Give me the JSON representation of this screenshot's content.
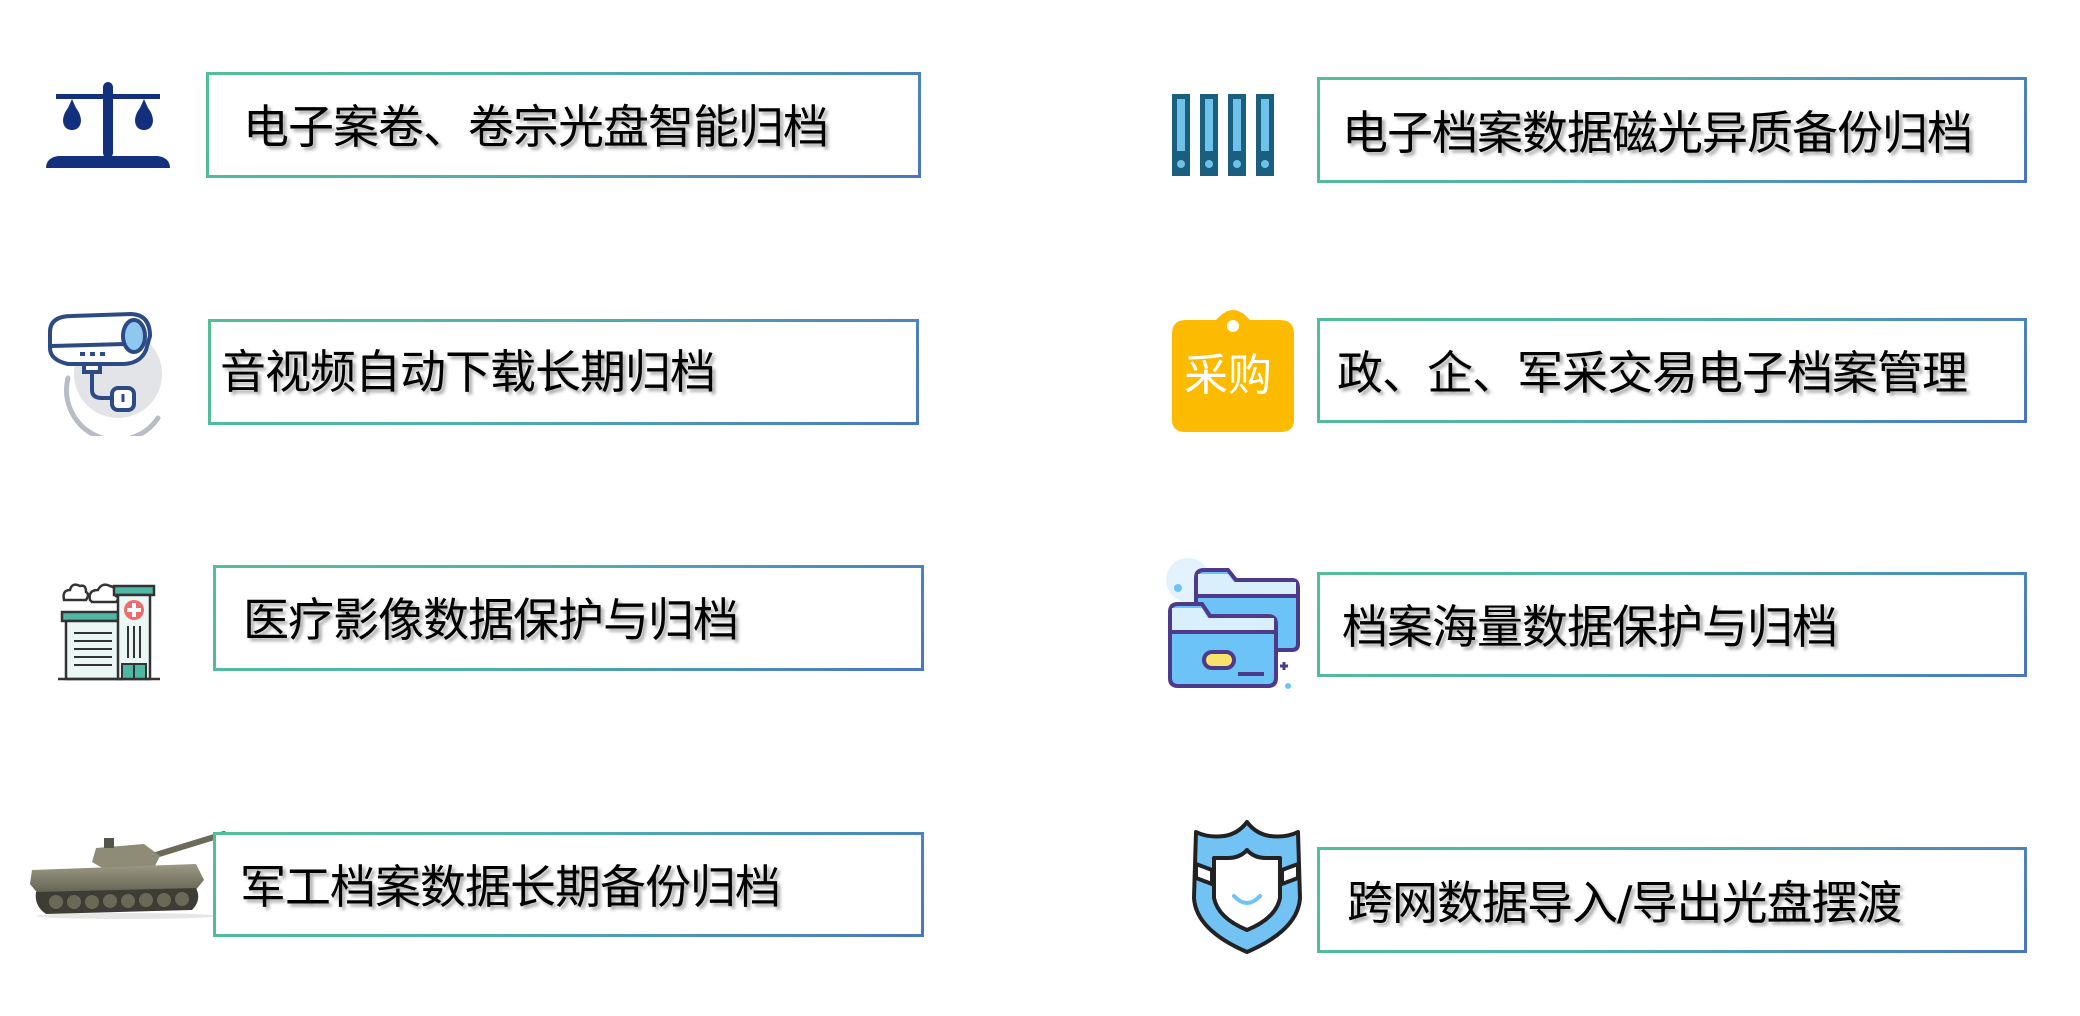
{
  "colors": {
    "border_start": "#52c096",
    "border_end": "#4a76c0",
    "icon_navy": "#13307e",
    "binder_dark": "#1b5f7e",
    "binder_light": "#6ec1e8",
    "purchase_yellow": "#fdbb00",
    "shield_blue": "#72c2f4",
    "hospital_teal": "#4fb8a2",
    "hospital_red": "#ee6b70",
    "folder_blue": "#6cc3f5",
    "folder_outline": "#4d3a8c"
  },
  "left_column": [
    {
      "icon": "scales-icon",
      "label": "电子案卷、卷宗光盘智能归档"
    },
    {
      "icon": "security-camera-icon",
      "label": "音视频自动下载长期归档"
    },
    {
      "icon": "hospital-icon",
      "label": "医疗影像数据保护与归档"
    },
    {
      "icon": "tank-icon",
      "label": "军工档案数据长期备份归档"
    }
  ],
  "right_column": [
    {
      "icon": "binders-icon",
      "label": "电子档案数据磁光异质备份归档"
    },
    {
      "icon": "purchase-tag-icon",
      "icon_text": "采购",
      "label": "政、企、军采交易电子档案管理"
    },
    {
      "icon": "folders-icon",
      "label": "档案海量数据保护与归档"
    },
    {
      "icon": "shield-icon",
      "label": "跨网数据导入/导出光盘摆渡"
    }
  ]
}
